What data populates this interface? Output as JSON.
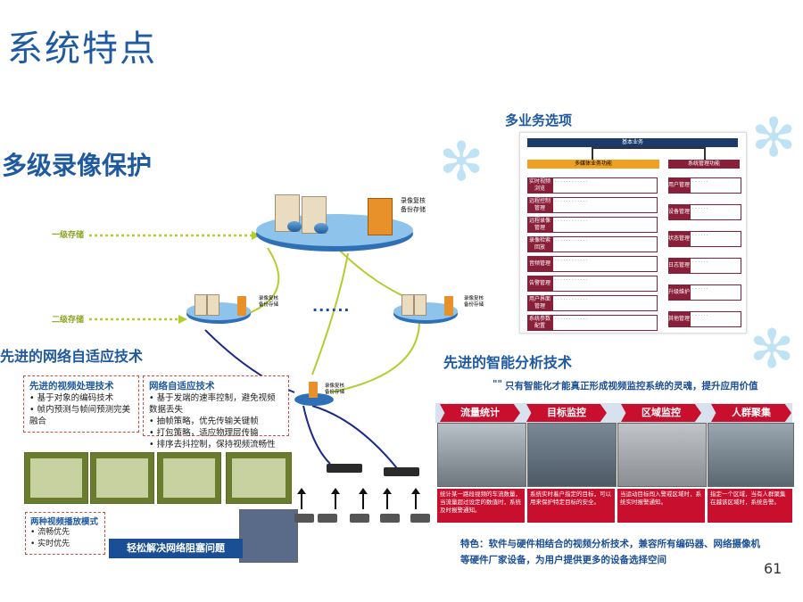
{
  "page_title": "系统特点",
  "page_number": "61",
  "storage": {
    "title": "多级录像保护",
    "level1": "一级存储",
    "level2": "二级存储",
    "node_label": "录像复核\n备份存储",
    "dots": "......"
  },
  "network": {
    "title": "先进的网络自适应技术",
    "box1": {
      "title": "先进的视频处理技术",
      "items": [
        "基于对象的编码技术",
        "帧内预测与帧间预测完美融合"
      ]
    },
    "box2": {
      "title": "网络自适应技术",
      "items": [
        "基于发端的速率控制，避免视频数据丢失",
        "抽帧策略，优先传输关键帧",
        "打包策略，适应物理层传输",
        "排序去抖控制，保持视频流畅性"
      ]
    },
    "playback": {
      "title": "两种视频播放模式",
      "items": [
        "流畅优先",
        "实时优先"
      ]
    },
    "slogan": "轻松解决网络阻塞问题"
  },
  "business": {
    "title": "多业务选项",
    "header": "基本业务",
    "left_head": "多媒体业务功能",
    "right_head": "系统管理功能",
    "left_rows": [
      "实时视频浏览",
      "远程控制管理",
      "远程录像管理",
      "录像检索回放",
      "音频管理",
      "告警管理",
      "用户界面管理",
      "系统参数配置"
    ],
    "right_rows": [
      "用户管理",
      "设备管理",
      "状态管理",
      "日志管理",
      "升级维护",
      "其他管理"
    ]
  },
  "analysis": {
    "title": "先进的智能分析技术",
    "subtitle": "只有智能化才能真正形成视频监控系统的灵魂，提升应用价值",
    "tabs": [
      "流量统计",
      "目标监控",
      "区域监控",
      "人群聚集"
    ],
    "notes": [
      "统计某一路段视频的车流数量，当流量超过设定的数值时，系统及时报警通知。",
      "系统实时着户指定的目标，可以用来保护特定目标的安全。",
      "当运动目标闯入警戒区域时，系统实时报警通知。",
      "指定一个区域，当有人群聚集在越该区域时，系统告警。"
    ],
    "footer_line1": "特色：软件与硬件相结合的视频分析技术，兼容所有编码器、网络摄像机",
    "footer_line2": "等硬件厂家设备，为用户提供更多的设备选择空间"
  },
  "colors": {
    "title_blue": "#1f5aa0",
    "accent_red": "#c8102e",
    "business_red": "#8a1f3a",
    "business_orange": "#f0a020",
    "level_green": "#b5cc2e"
  }
}
